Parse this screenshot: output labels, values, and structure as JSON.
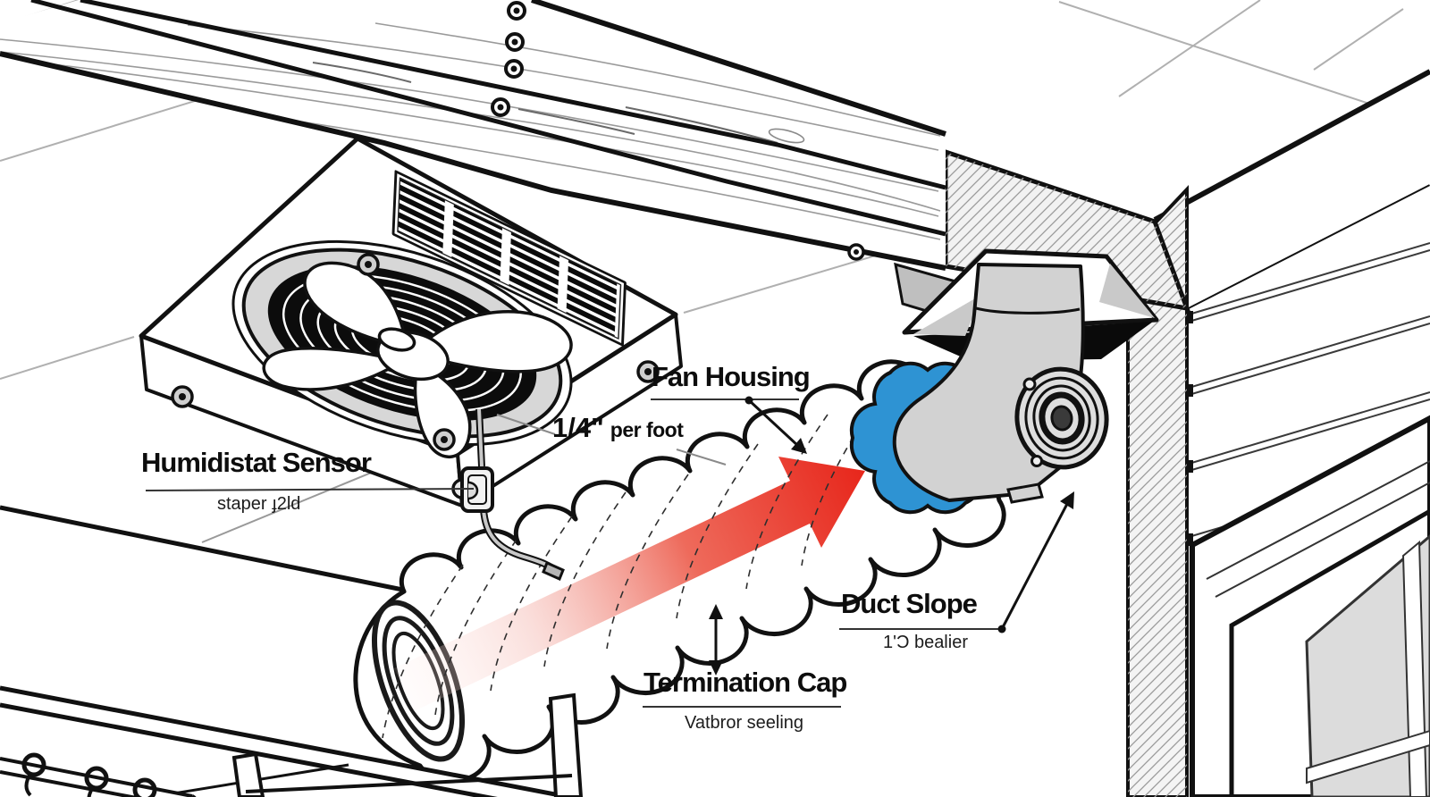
{
  "diagram": {
    "subject": "Ceiling exhaust fan and insulated flex duct installation diagram",
    "labels": {
      "humidistat": {
        "title": "Humidistat Sensor",
        "subtitle": "staper ɟ2ld"
      },
      "fan_housing": {
        "title": "Fan Housing"
      },
      "slope_rate": {
        "value": "1/4\"",
        "unit": "per foot"
      },
      "duct_slope": {
        "title": "Duct Slope",
        "subtitle": "1'Ɔ bealier"
      },
      "termination_cap": {
        "title": "Termination Cap",
        "subtitle": "Vatbror seeling"
      }
    },
    "colors": {
      "airflow_arrow_red": "#e7261b",
      "duct_collar_blue": "#2e93d3",
      "line_ink": "#111111",
      "background": "#ffffff"
    }
  }
}
